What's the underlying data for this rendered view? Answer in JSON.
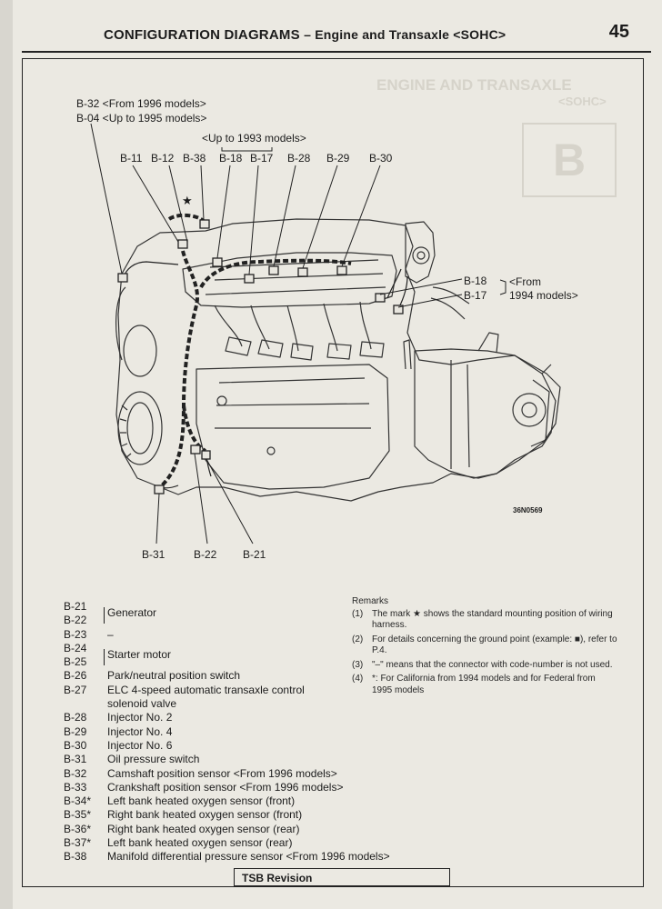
{
  "header": {
    "title": "CONFIGURATION DIAGRAMS",
    "subtitle": "– Engine and Transaxle <SOHC>",
    "page_number": "45"
  },
  "diagram": {
    "note_top_1": "B-32 <From 1996 models>",
    "note_top_2": "B-04 <Up to 1995 models>",
    "note_bracket": "<Up to 1993 models>",
    "top_labels": [
      "B-11",
      "B-12",
      "B-38",
      "B-18",
      "B-17",
      "B-28",
      "B-29",
      "B-30"
    ],
    "star": "★",
    "right_label_1": "B-18",
    "right_label_2": "B-17",
    "right_note_1": "<From",
    "right_note_2": "1994 models>",
    "bottom_labels": [
      "B-31",
      "B-22",
      "B-21"
    ],
    "figure_code": "36N0569"
  },
  "legend": {
    "group1_codes": [
      "B-21",
      "B-22"
    ],
    "group1_desc": "Generator",
    "row_b23": {
      "code": "B-23",
      "desc": "–"
    },
    "group2_codes": [
      "B-24",
      "B-25"
    ],
    "group2_desc": "Starter motor",
    "items": [
      {
        "code": "B-26",
        "desc": "Park/neutral position switch"
      },
      {
        "code": "B-27",
        "desc": "ELC 4-speed automatic transaxle control"
      },
      {
        "code": "",
        "desc": "solenoid valve"
      },
      {
        "code": "B-28",
        "desc": "Injector No. 2"
      },
      {
        "code": "B-29",
        "desc": "Injector No. 4"
      },
      {
        "code": "B-30",
        "desc": "Injector No. 6"
      },
      {
        "code": "B-31",
        "desc": "Oil pressure switch"
      },
      {
        "code": "B-32",
        "desc": "Camshaft position sensor <From 1996 models>"
      },
      {
        "code": "B-33",
        "desc": "Crankshaft position sensor <From 1996 models>"
      },
      {
        "code": "B-34*",
        "desc": "Left bank heated oxygen sensor (front)"
      },
      {
        "code": "B-35*",
        "desc": "Right bank heated oxygen sensor (front)"
      },
      {
        "code": "B-36*",
        "desc": "Right bank heated oxygen sensor (rear)"
      },
      {
        "code": "B-37*",
        "desc": "Left bank heated oxygen sensor (rear)"
      },
      {
        "code": "B-38",
        "desc": "Manifold differential pressure sensor <From 1996 models>"
      }
    ]
  },
  "remarks": {
    "title": "Remarks",
    "items": [
      {
        "num": "(1)",
        "text": "The mark ★ shows the standard mounting position of wiring harness."
      },
      {
        "num": "(2)",
        "text": "For details concerning the ground point (example: ■), refer to P.4."
      },
      {
        "num": "(3)",
        "text": "\"–\" means that the connector with code-number is not used."
      },
      {
        "num": "(4)",
        "text": "*: For California from 1994 models and for Federal from 1995 models"
      }
    ]
  },
  "footer": {
    "tsb": "TSB Revision"
  },
  "bleed": {
    "heading": "ENGINE AND TRANSAXLE",
    "sub": "<SOHC>",
    "letter": "B"
  },
  "colors": {
    "paper": "#ebe9e2",
    "ink": "#1c1c1c",
    "line": "#333333"
  }
}
